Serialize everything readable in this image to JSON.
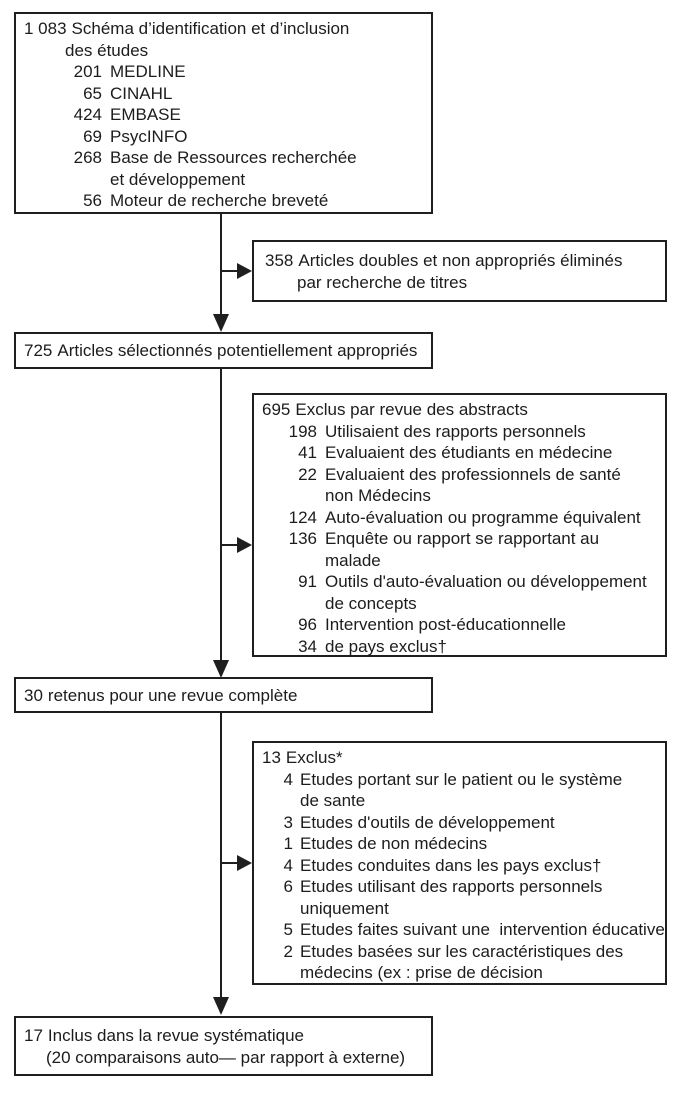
{
  "figure": {
    "type": "study-selection-flowchart",
    "background_color": "#ffffff",
    "line_color": "#1f1f1f"
  },
  "boxes": {
    "identification": {
      "lines": [
        {
          "level": "head",
          "num": "1 083",
          "text": "Schéma d’identification et d’inclusion"
        },
        {
          "level": "cont",
          "num": "",
          "text": "des études"
        },
        {
          "level": "item",
          "num": "201",
          "text": "MEDLINE"
        },
        {
          "level": "item",
          "num": "65",
          "text": "CINAHL"
        },
        {
          "level": "item",
          "num": "424",
          "text": "EMBASE"
        },
        {
          "level": "item",
          "num": "69",
          "text": "PsycINFO"
        },
        {
          "level": "item",
          "num": "268",
          "text": "Base de Ressources recherchée"
        },
        {
          "level": "cont2",
          "num": "",
          "text": "et développement"
        },
        {
          "level": "item",
          "num": "56",
          "text": "Moteur de recherche breveté"
        }
      ]
    },
    "duplicates_removed": {
      "lines": [
        {
          "level": "head",
          "num": "358",
          "text": "Articles doubles et non appropriés éliminés"
        },
        {
          "level": "cont",
          "num": "",
          "text": "par recherche de titres"
        }
      ]
    },
    "selected": {
      "lines": [
        {
          "level": "head",
          "num": "725",
          "text": "Articles sélectionnés potentiellement appropriés"
        }
      ]
    },
    "abstract_exclusions": {
      "lines": [
        {
          "level": "head",
          "num": "695",
          "text": "Exclus par revue des abstracts"
        },
        {
          "level": "item",
          "num": "198",
          "text": "Utilisaient des rapports personnels"
        },
        {
          "level": "item",
          "num": "41",
          "text": "Evaluaient des étudiants en médecine"
        },
        {
          "level": "item",
          "num": "22",
          "text": "Evaluaient des professionnels de santé"
        },
        {
          "level": "cont",
          "num": "",
          "text": "non Médecins"
        },
        {
          "level": "item",
          "num": "124",
          "text": "Auto-évaluation ou programme équivalent"
        },
        {
          "level": "item",
          "num": "136",
          "text": "Enquête ou rapport se rapportant au"
        },
        {
          "level": "cont",
          "num": "",
          "text": "malade"
        },
        {
          "level": "item",
          "num": "91",
          "text": "Outils d'auto-évaluation ou développement"
        },
        {
          "level": "cont",
          "num": "",
          "text": "de concepts"
        },
        {
          "level": "item",
          "num": "96",
          "text": "Intervention post-éducationnelle"
        },
        {
          "level": "item",
          "num": "34",
          "text": "de pays exclus†"
        }
      ]
    },
    "full_review": {
      "lines": [
        {
          "level": "head",
          "num": "30",
          "text": "retenus pour une revue complète"
        }
      ]
    },
    "full_text_exclusions": {
      "lines": [
        {
          "level": "head",
          "num": "13",
          "text": "Exclus*"
        },
        {
          "level": "item",
          "num": "4",
          "text": "Etudes portant sur le patient ou le système"
        },
        {
          "level": "cont",
          "num": "",
          "text": "de sante"
        },
        {
          "level": "item",
          "num": "3",
          "text": "Etudes d'outils de développement"
        },
        {
          "level": "item",
          "num": "1",
          "text": "Etudes de non médecins"
        },
        {
          "level": "item",
          "num": "4",
          "text": "Etudes conduites dans les pays exclus†"
        },
        {
          "level": "item",
          "num": "6",
          "text": "Etudes utilisant des rapports personnels"
        },
        {
          "level": "cont",
          "num": "",
          "text": "uniquement"
        },
        {
          "level": "item",
          "num": "5",
          "text": "Etudes faites suivant une  intervention éducative"
        },
        {
          "level": "item",
          "num": "2",
          "text": "Etudes basées sur les caractéristiques des"
        },
        {
          "level": "cont",
          "num": "",
          "text": "médecins (ex : prise de décision"
        }
      ]
    },
    "included": {
      "lines": [
        {
          "level": "head",
          "num": "17",
          "text": "Inclus dans la revue systématique"
        },
        {
          "level": "cont",
          "num": "",
          "text": "(20 comparaisons auto— par rapport à externe)"
        }
      ]
    }
  }
}
